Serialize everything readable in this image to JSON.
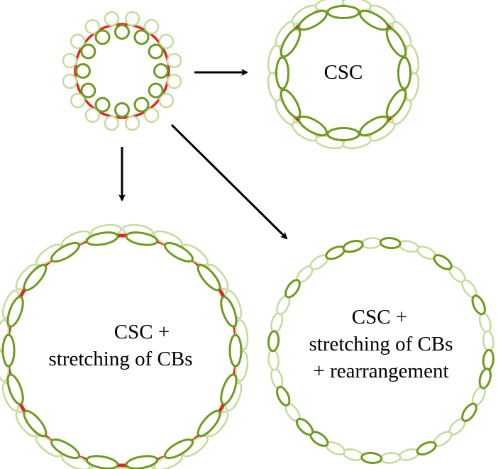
{
  "colors": {
    "red": "#e8231b",
    "dark_green": "#6d9a1f",
    "light_green": "#c3dc9b",
    "arrow": "#000000"
  },
  "labels": {
    "top_right": "CSC",
    "bottom_left": [
      "CSC +",
      "stretching of CBs"
    ],
    "bottom_right": [
      "CSC +",
      "stretching of CBs",
      "+ rearrangement"
    ]
  }
}
